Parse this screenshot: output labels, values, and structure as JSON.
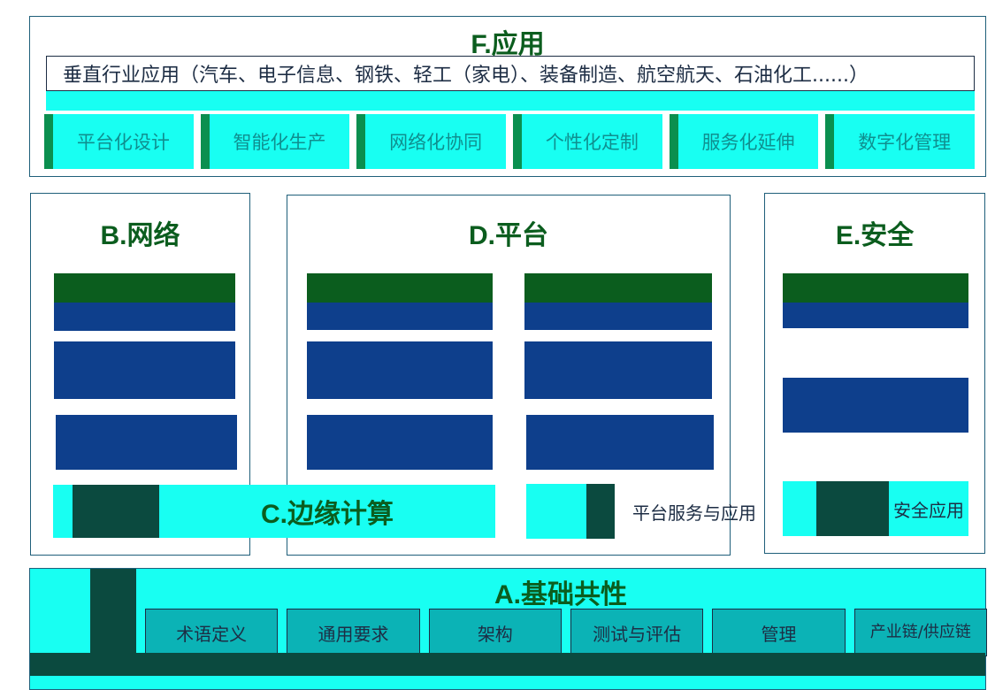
{
  "F": {
    "title": "F.应用",
    "vertical": "垂直行业应用（汽车、电子信息、钢铁、轻工（家电）、装备制造、航空航天、石油化工......）",
    "items": [
      "平台化设计",
      "智能化生产",
      "网络化协同",
      "个性化定制",
      "服务化延伸",
      "数字化管理"
    ]
  },
  "B": {
    "title": "B.网络"
  },
  "D": {
    "title": "D.平台",
    "service_label": "平台服务与应用"
  },
  "E": {
    "title": "E.安全",
    "app_label": "安全应用"
  },
  "C": {
    "title": "C.边缘计算"
  },
  "A": {
    "title": "A.基础共性",
    "items": [
      "术语定义",
      "通用要求",
      "架构",
      "测试与评估",
      "管理",
      "产业链/供应链"
    ]
  },
  "colors": {
    "green_title": "#0b5d1e",
    "block_blue": "#0e3f8c",
    "cyan": "#18fff2",
    "dark_teal": "#0b4a3f",
    "border": "#1f5f7a"
  }
}
